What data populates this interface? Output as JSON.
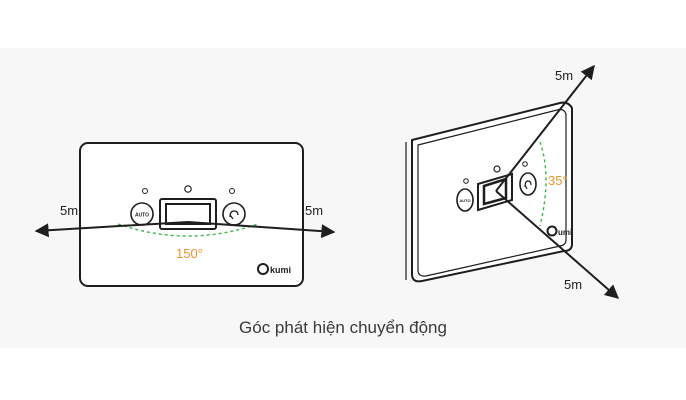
{
  "left_panel": {
    "range_left": "5m",
    "range_right": "5m",
    "angle": "150°",
    "button_left_label": "AUTO",
    "logo": "Okumi"
  },
  "right_panel": {
    "range_top": "5m",
    "range_bottom": "5m",
    "angle": "35°",
    "button_left_label": "AUTO",
    "logo": "Okumi"
  },
  "caption": "Góc phát hiện chuyển động",
  "colors": {
    "angle_label": "#e8962a",
    "arc": "#3bb54a",
    "line": "#1e1e1e"
  }
}
